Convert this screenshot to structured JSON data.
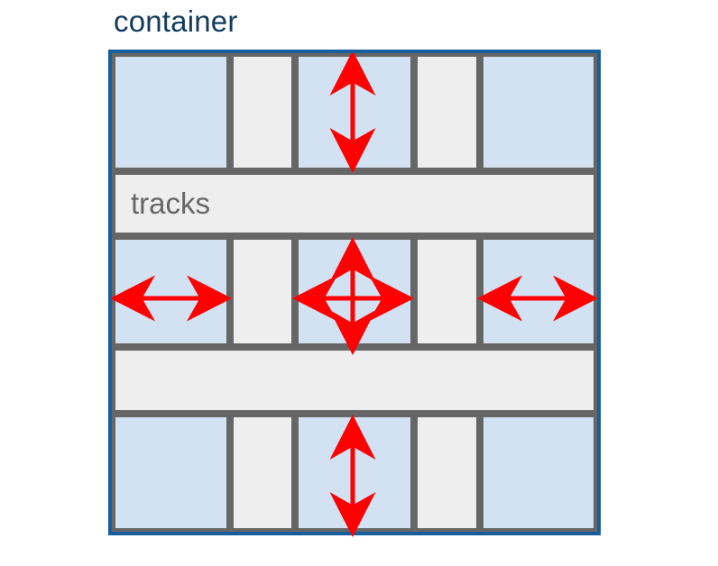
{
  "diagram": {
    "type": "css-grid-anatomy",
    "title": "container",
    "container_label": "container",
    "tracks_label": "tracks",
    "colors": {
      "container_border": "#175e9e",
      "content_cell_fill": "#d2e2f2",
      "gap_cell_fill": "#eeeeee",
      "cell_border": "#666666",
      "arrow": "#ff0000",
      "title_text": "#123a5e",
      "tracks_text": "#666666",
      "page_background": "#ffffff"
    },
    "grid": {
      "columns": 5,
      "rows": 5,
      "column_kinds": [
        "content",
        "gap",
        "content",
        "gap",
        "content"
      ],
      "row_kinds": [
        "content",
        "track",
        "content",
        "track",
        "content"
      ]
    },
    "cells": [
      {
        "row": 1,
        "col": 1,
        "kind": "content",
        "arrow": "none"
      },
      {
        "row": 1,
        "col": 2,
        "kind": "gap",
        "arrow": "none"
      },
      {
        "row": 1,
        "col": 3,
        "kind": "content",
        "arrow": "vertical"
      },
      {
        "row": 1,
        "col": 4,
        "kind": "gap",
        "arrow": "none"
      },
      {
        "row": 1,
        "col": 5,
        "kind": "content",
        "arrow": "none"
      },
      {
        "row": 2,
        "kind": "track",
        "label": "tracks"
      },
      {
        "row": 3,
        "col": 1,
        "kind": "content",
        "arrow": "horizontal"
      },
      {
        "row": 3,
        "col": 2,
        "kind": "gap",
        "arrow": "none"
      },
      {
        "row": 3,
        "col": 3,
        "kind": "content",
        "arrow": "cross"
      },
      {
        "row": 3,
        "col": 4,
        "kind": "gap",
        "arrow": "none"
      },
      {
        "row": 3,
        "col": 5,
        "kind": "content",
        "arrow": "horizontal"
      },
      {
        "row": 4,
        "kind": "track",
        "label": ""
      },
      {
        "row": 5,
        "col": 1,
        "kind": "content",
        "arrow": "none"
      },
      {
        "row": 5,
        "col": 2,
        "kind": "gap",
        "arrow": "none"
      },
      {
        "row": 5,
        "col": 3,
        "kind": "content",
        "arrow": "vertical"
      },
      {
        "row": 5,
        "col": 4,
        "kind": "gap",
        "arrow": "none"
      },
      {
        "row": 5,
        "col": 5,
        "kind": "content",
        "arrow": "none"
      }
    ],
    "arrows": [
      {
        "name": "top-middle-vertical-arrow",
        "direction": "vertical"
      },
      {
        "name": "middle-left-horizontal-arrow",
        "direction": "horizontal"
      },
      {
        "name": "center-cross-arrow",
        "direction": "both"
      },
      {
        "name": "middle-right-horizontal-arrow",
        "direction": "horizontal"
      },
      {
        "name": "bottom-middle-vertical-arrow",
        "direction": "vertical"
      }
    ]
  }
}
